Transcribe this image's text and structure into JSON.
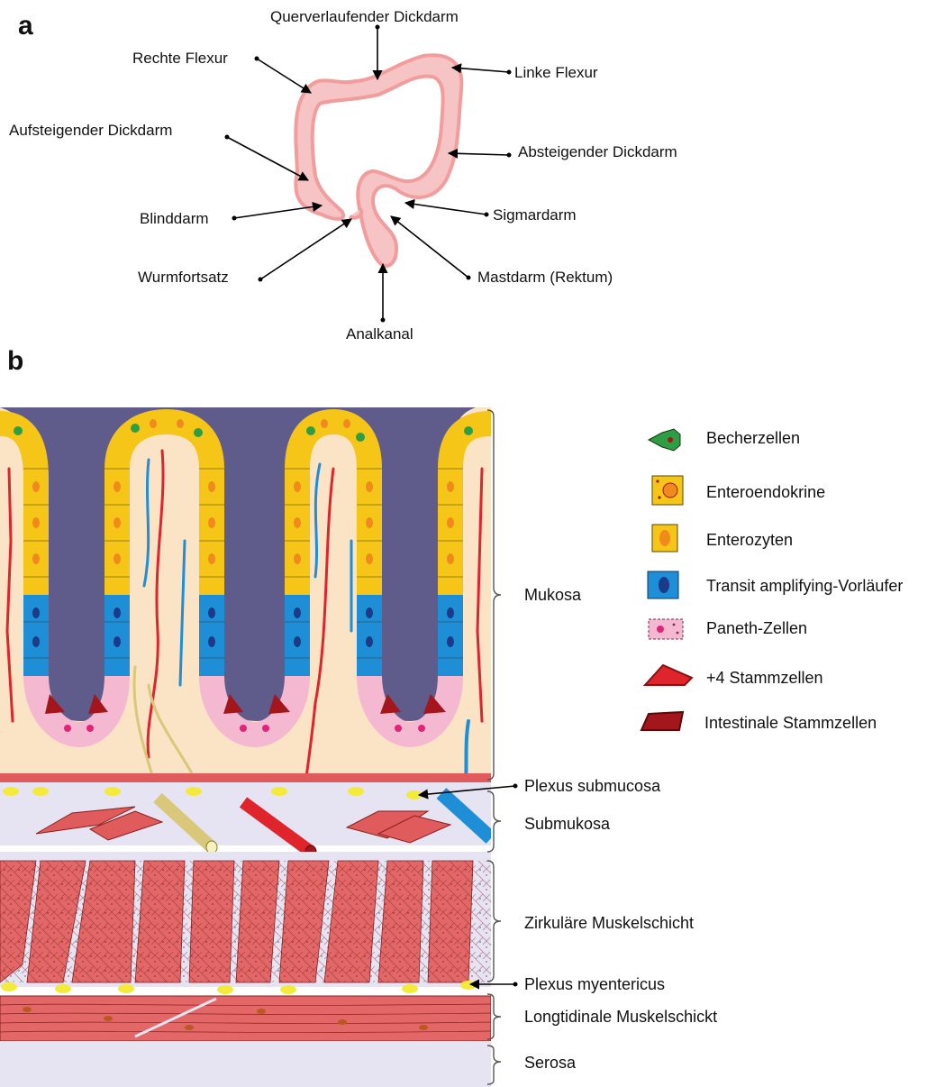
{
  "panel_a": {
    "letter": "a",
    "labels": {
      "transverse": "Querverlaufender Dickdarm",
      "right_flexure": "Rechte Flexur",
      "left_flexure": "Linke Flexur",
      "ascending": "Aufsteigender Dickdarm",
      "descending": "Absteigender Dickdarm",
      "cecum": "Blinddarm",
      "sigmoid": "Sigmardarm",
      "appendix": "Wurmfortsatz",
      "rectum": "Mastdarm (Rektum)",
      "anal_canal": "Analkanal"
    }
  },
  "panel_b": {
    "letter": "b",
    "legend": [
      {
        "label": "Becherzellen",
        "color": "#2e9e44"
      },
      {
        "label": "Enteroendokrine",
        "color": "#f5c518"
      },
      {
        "label": "Enterozyten",
        "color": "#f5c518"
      },
      {
        "label": "Transit amplifying-Vorläufer",
        "color": "#1e8fd6"
      },
      {
        "label": "Paneth-Zellen",
        "color": "#f4b8d0"
      },
      {
        "label": "+4 Stammzellen",
        "color": "#e0242b"
      },
      {
        "label": "Intestinale Stammzellen",
        "color": "#a3161c"
      }
    ],
    "layers": {
      "mucosa": "Mukosa",
      "plexus_submucosa": "Plexus submucosa",
      "submucosa": "Submukosa",
      "circular": "Zirkuläre Muskelschicht",
      "plexus_myentericus": "Plexus myentericus",
      "longitudinal": "Longtidinale Muskelschickt",
      "serosa": "Serosa"
    },
    "colors": {
      "lumen": "#5f5b8a",
      "lamina": "#fbe3c6",
      "submucosa": "#e6e3f3",
      "muscle": "#e46767",
      "enterocyte": "#f5c518",
      "transit": "#1e8fd6",
      "paneth": "#f4b8d0",
      "stem": "#a3161c",
      "vessel_red": "#e0242b",
      "vessel_blue": "#1e8fd6",
      "nerve": "#d9c77a"
    }
  }
}
